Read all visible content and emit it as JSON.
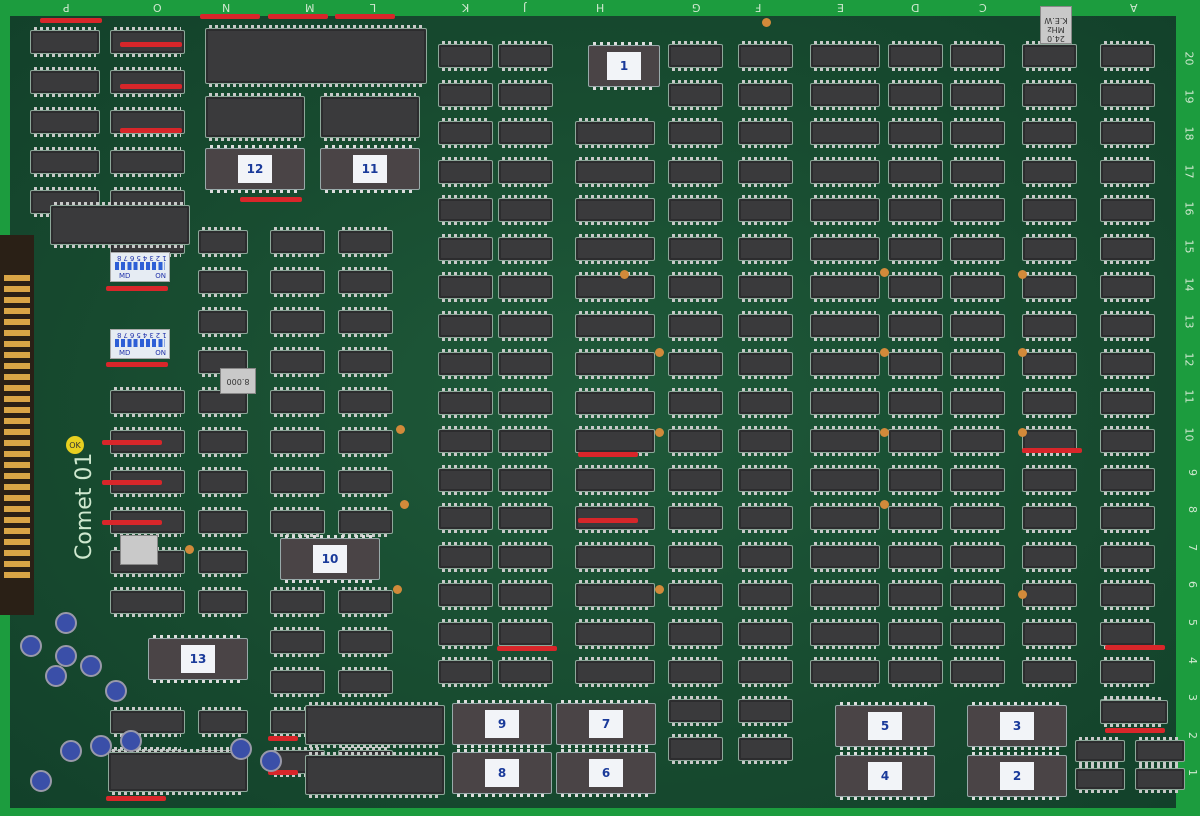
{
  "board": {
    "column_labels": [
      "P",
      "O",
      "N",
      "M",
      "L",
      "K",
      "J",
      "H",
      "G",
      "F",
      "E",
      "D",
      "C",
      "A"
    ],
    "row_labels": [
      "20",
      "19",
      "18",
      "17",
      "16",
      "15",
      "14",
      "13",
      "12",
      "11",
      "10",
      "9",
      "8",
      "7",
      "6",
      "5",
      "4",
      "3",
      "2",
      "1"
    ],
    "brand_marking": "Comet 01",
    "ok_sticker": "OK",
    "crystal_main": {
      "line1": "24.0",
      "line2": "MHz",
      "line3": "K.E.W"
    },
    "crystal_secondary": "8.000",
    "dip_switches": [
      {
        "numbers": "12345678",
        "on_label": "ON",
        "mode_label": "MD"
      },
      {
        "numbers": "12345678",
        "on_label": "ON",
        "mode_label": "MD"
      }
    ],
    "eprom_labels": [
      "1",
      "2",
      "3",
      "4",
      "5",
      "6",
      "7",
      "8",
      "9",
      "10",
      "11",
      "12",
      "13"
    ],
    "colors": {
      "pcb": "#174a2f",
      "edge": "#1c9c3e",
      "chip": "#3a3a3c",
      "gold": "#d9a546",
      "red_marker": "#d8262a"
    }
  }
}
